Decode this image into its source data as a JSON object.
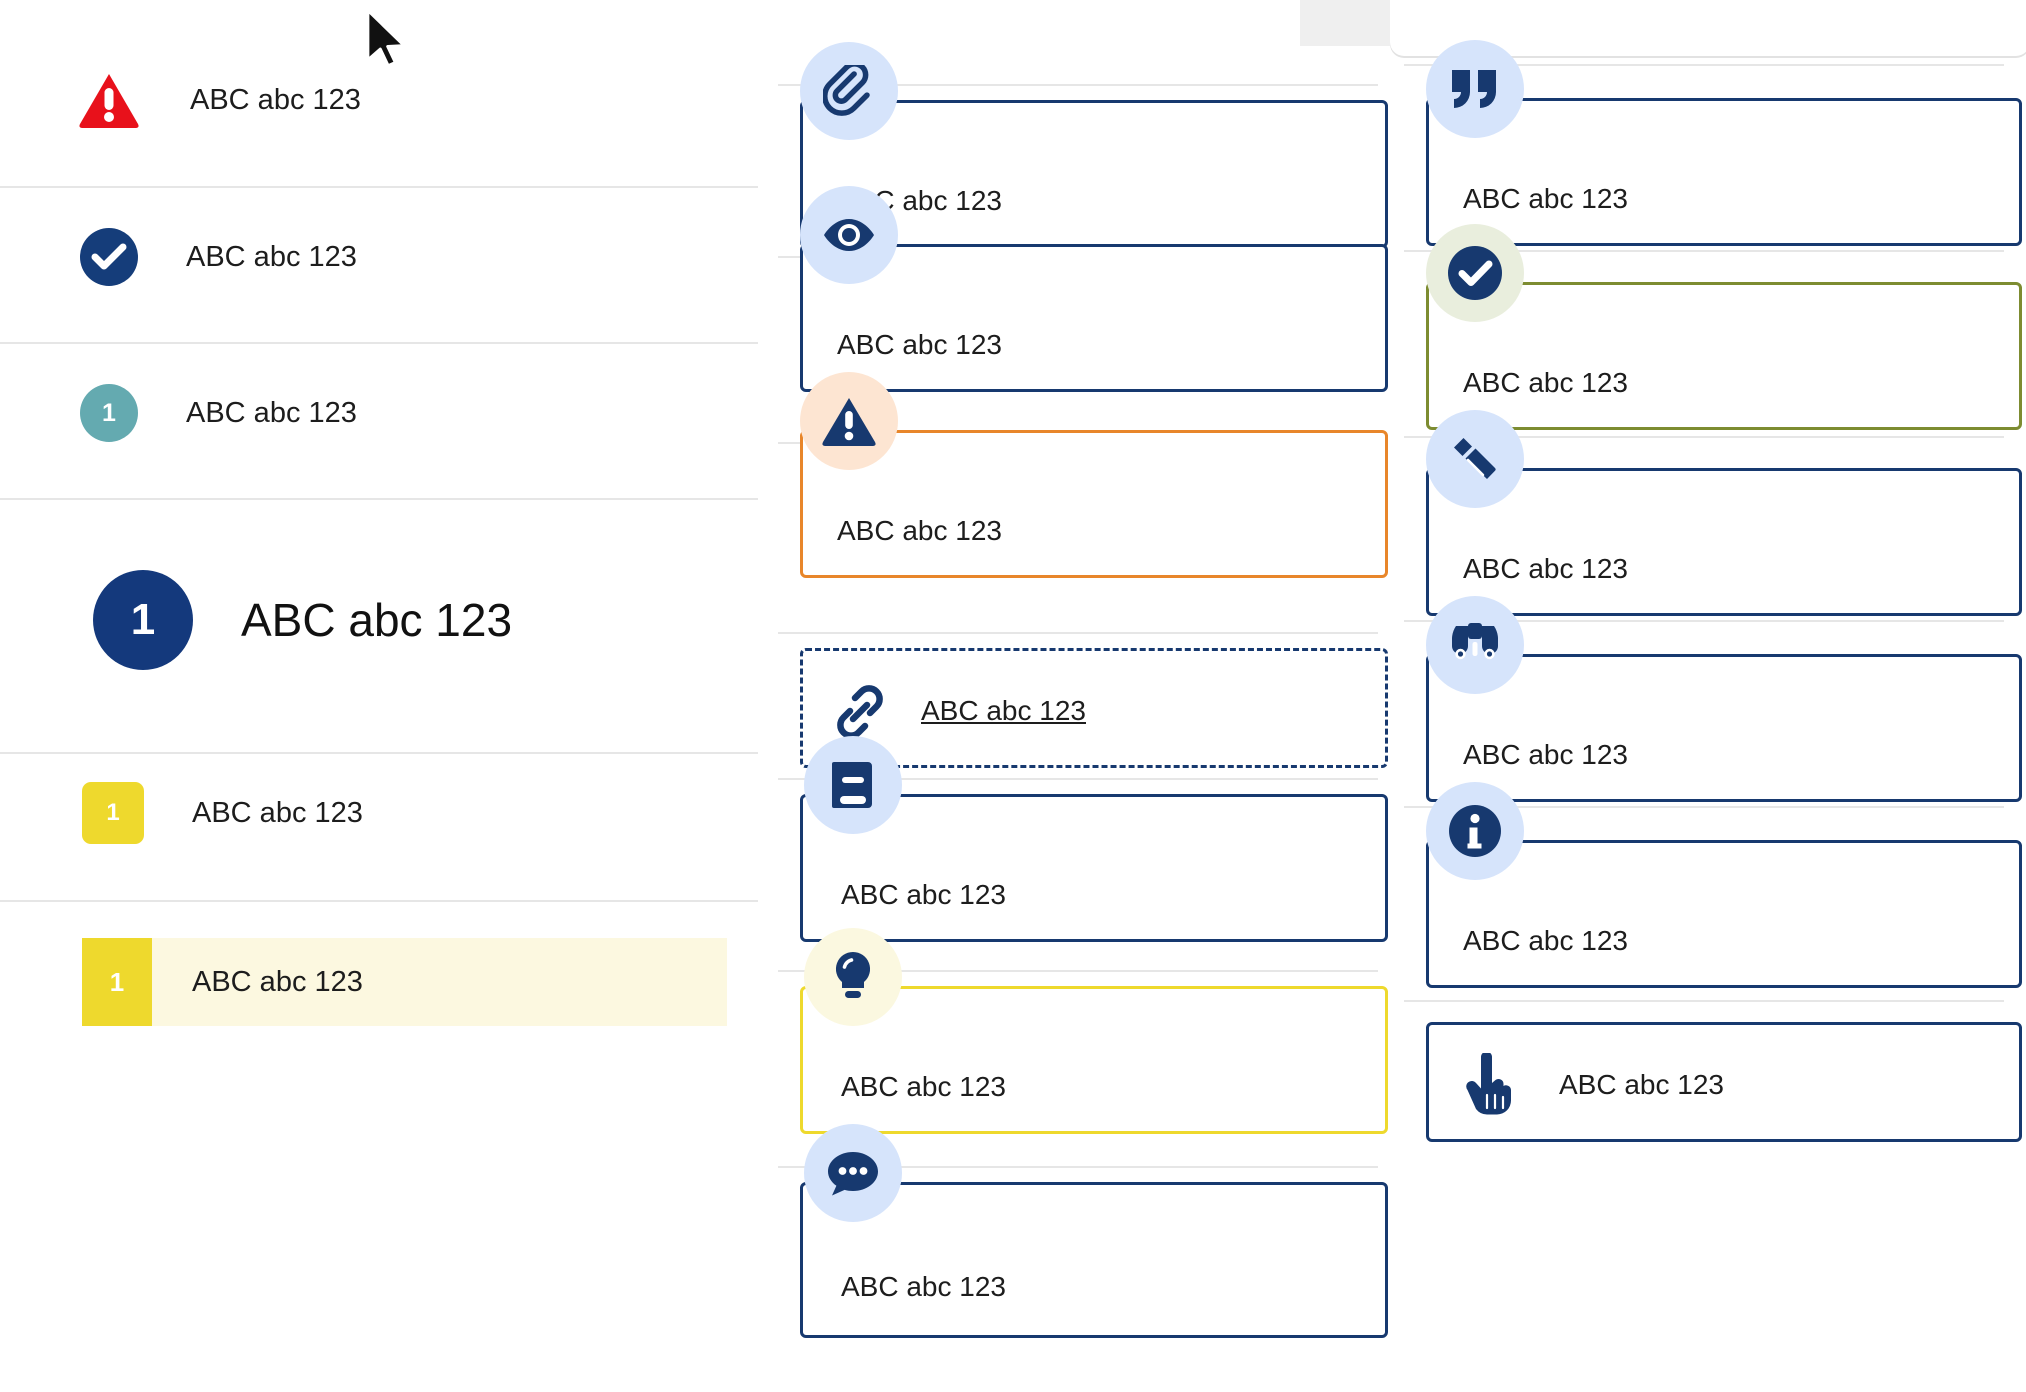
{
  "left_panel": {
    "rows": [
      {
        "label": "ABC abc 123",
        "icon": "warning-triangle-icon",
        "badge_text": "",
        "color": "#e8111b",
        "style": "triangle"
      },
      {
        "label": "ABC abc 123",
        "icon": "check-circle-icon",
        "badge_text": "",
        "color": "#153d7a",
        "style": "circle"
      },
      {
        "label": "ABC abc 123",
        "icon": "number-badge-icon",
        "badge_text": "1",
        "color": "#64aab0",
        "style": "circle"
      },
      {
        "label": "ABC abc 123",
        "icon": "number-badge-icon",
        "badge_text": "1",
        "color": "#14397c",
        "style": "circle-large"
      },
      {
        "label": "ABC abc 123",
        "icon": "number-badge-icon",
        "badge_text": "1",
        "color": "#eed92d",
        "style": "square"
      }
    ],
    "highlighted_row": {
      "label": "ABC abc 123",
      "badge_text": "1",
      "tab_color": "#eed92d",
      "background_color": "#fcf8e0"
    }
  },
  "middle_column": {
    "cards": [
      {
        "label": "ABC abc 123",
        "icon": "paperclip-icon",
        "border_color": "#17396f",
        "badge_bg": "#d6e4fb",
        "border_style": "solid"
      },
      {
        "label": "ABC abc 123",
        "icon": "eye-icon",
        "border_color": "#17396f",
        "badge_bg": "#d6e4fb",
        "border_style": "solid"
      },
      {
        "label": "ABC abc 123",
        "icon": "warning-triangle-icon",
        "border_color": "#e8862a",
        "badge_bg": "#fde5d2",
        "border_style": "solid"
      },
      {
        "label": "ABC abc 123",
        "icon": "link-icon",
        "border_color": "#17396f",
        "badge_bg": "none",
        "border_style": "dashed"
      },
      {
        "label": "ABC abc 123",
        "icon": "book-icon",
        "border_color": "#17396f",
        "badge_bg": "#d6e4fb",
        "border_style": "solid"
      },
      {
        "label": "ABC abc 123",
        "icon": "lightbulb-icon",
        "border_color": "#eed92d",
        "badge_bg": "#fbf8e0",
        "border_style": "solid"
      },
      {
        "label": "ABC abc 123",
        "icon": "comment-icon",
        "border_color": "#17396f",
        "badge_bg": "#d6e4fb",
        "border_style": "solid"
      }
    ]
  },
  "right_column": {
    "cards": [
      {
        "label": "ABC abc 123",
        "icon": "quote-icon",
        "border_color": "#17396f",
        "badge_bg": "#d6e4fb",
        "border_style": "solid"
      },
      {
        "label": "ABC abc 123",
        "icon": "check-circle-icon",
        "border_color": "#7d8c31",
        "badge_bg": "#e9eedd",
        "border_style": "solid"
      },
      {
        "label": "ABC abc 123",
        "icon": "pencil-icon",
        "border_color": "#17396f",
        "badge_bg": "#d6e4fb",
        "border_style": "solid"
      },
      {
        "label": "ABC abc 123",
        "icon": "binoculars-icon",
        "border_color": "#17396f",
        "badge_bg": "#d6e4fb",
        "border_style": "solid"
      },
      {
        "label": "ABC abc 123",
        "icon": "info-icon",
        "border_color": "#17396f",
        "badge_bg": "#d6e4fb",
        "border_style": "solid"
      },
      {
        "label": "ABC abc 123",
        "icon": "hand-pointer-icon",
        "border_color": "#17396f",
        "badge_bg": "none",
        "border_style": "solid"
      }
    ]
  },
  "colors": {
    "navy": "#17396f",
    "navy_deep": "#14397c",
    "red": "#e8111b",
    "orange": "#e8862a",
    "olive": "#7d8c31",
    "yellow": "#eed92d",
    "teal": "#64aab0",
    "pale_blue": "#d6e4fb",
    "pale_peach": "#fde5d2",
    "pale_green": "#e9eedd",
    "pale_yellow": "#fbf8e0",
    "highlight_bg": "#fcf8e0",
    "divider": "#e6e6e6"
  }
}
